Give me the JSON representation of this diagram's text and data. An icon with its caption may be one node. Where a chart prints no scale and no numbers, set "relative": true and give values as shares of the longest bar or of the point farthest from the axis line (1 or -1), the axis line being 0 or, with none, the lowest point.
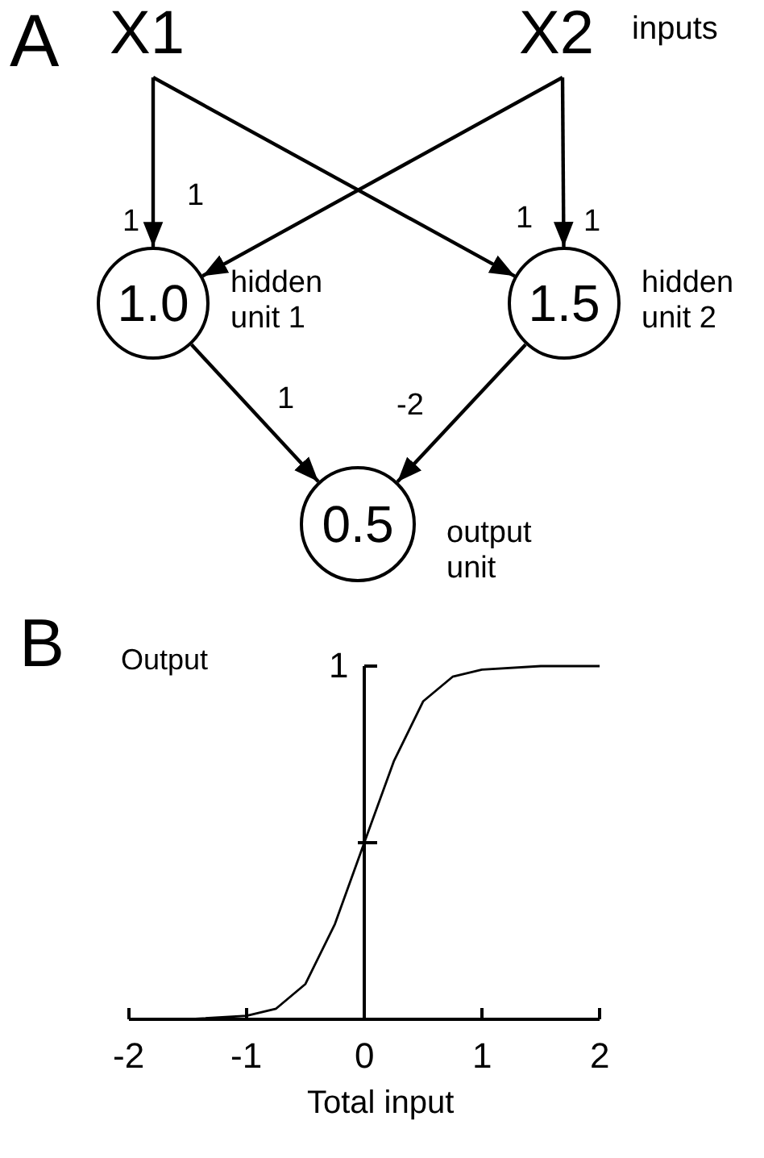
{
  "diagram": {
    "nodes": [
      {
        "text": [
          "X1"
        ]
      },
      {
        "text": [
          "X2"
        ]
      },
      {
        "text": [
          "1.0"
        ],
        "beside": [
          "hidden unit 1"
        ]
      },
      {
        "text": [
          "1.5"
        ],
        "beside": [
          "hidden unit 2"
        ]
      },
      {
        "text": [
          "0.5"
        ],
        "beside": [
          "output unit"
        ]
      }
    ],
    "edges": [
      {
        "from": 0,
        "to": 2,
        "arrow": "to",
        "label": "1"
      },
      {
        "from": 0,
        "to": 3,
        "arrow": "to",
        "label": "1"
      },
      {
        "from": 1,
        "to": 2,
        "arrow": "to",
        "label": "1"
      },
      {
        "from": 1,
        "to": 3,
        "arrow": "to",
        "label": "1"
      },
      {
        "from": 2,
        "to": 4,
        "arrow": "to",
        "label": "1"
      },
      {
        "from": 3,
        "to": 4,
        "arrow": "to",
        "label": "-2"
      }
    ],
    "labels": [
      "A",
      "inputs",
      "B"
    ],
    "chart_data": {
      "type": "line",
      "xlabel": "Total input",
      "ylabel": "Output",
      "x": [
        -2,
        -1.5,
        -1,
        -0.75,
        -0.5,
        -0.25,
        0,
        0.25,
        0.5,
        0.75,
        1,
        1.5,
        2
      ],
      "series": [
        {
          "color": "#000000",
          "values": [
            0,
            0,
            0.01,
            0.03,
            0.1,
            0.27,
            0.5,
            0.73,
            0.9,
            0.97,
            0.99,
            1,
            1
          ]
        }
      ],
      "xlim": [
        -2,
        2
      ],
      "xticks": [
        -2,
        -1,
        0,
        1,
        2
      ],
      "relative": true,
      "annotations": [
        "1"
      ]
    }
  }
}
